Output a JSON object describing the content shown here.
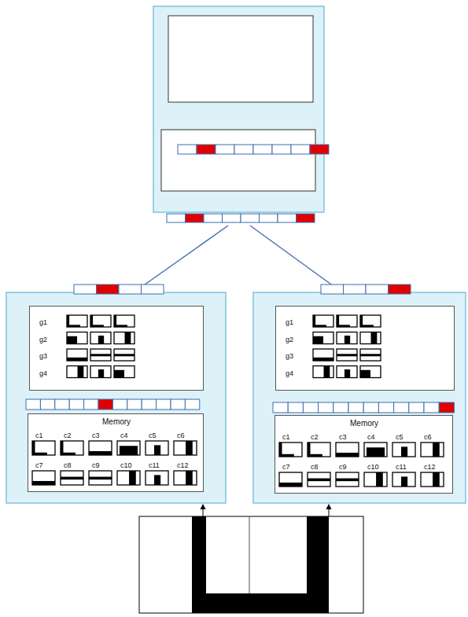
{
  "diagram": {
    "nodes": [
      {
        "text": [
          "g1",
          "g2",
          "g3",
          "g4"
        ]
      },
      {
        "text": [
          "Memory",
          "c1",
          "c2",
          "c3",
          "c4",
          "c5",
          "c6",
          "c7",
          "c8",
          "c9",
          "c10",
          "c11",
          "c12"
        ]
      },
      {
        "text": [
          "g1",
          "g2",
          "g3",
          "g4"
        ]
      },
      {
        "text": [
          "Memory",
          "c1",
          "c2",
          "c3",
          "c4",
          "c5",
          "c6",
          "c7",
          "c8",
          "c9",
          "c10",
          "c11",
          "c12"
        ]
      }
    ]
  }
}
